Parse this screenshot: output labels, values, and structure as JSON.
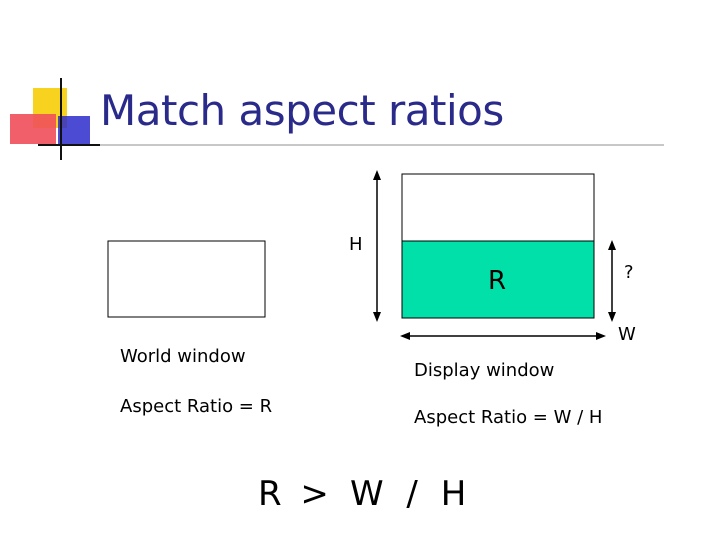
{
  "slide": {
    "title": "Match aspect ratios",
    "accent_colors": {
      "yellow": "#f7d21e",
      "red": "#ef4f5a",
      "blue": "#2b2bcc",
      "fill": "#00e0a8"
    }
  },
  "diagram": {
    "h_label": "H",
    "r_label": "R",
    "question_label": "?",
    "w_label": "W",
    "world_window_label": "World window",
    "world_aspect_label": "Aspect Ratio = R",
    "display_window_label": "Display window",
    "display_aspect_label": "Aspect Ratio = W / H",
    "relation_left": "R >",
    "relation_right": "W / H"
  }
}
